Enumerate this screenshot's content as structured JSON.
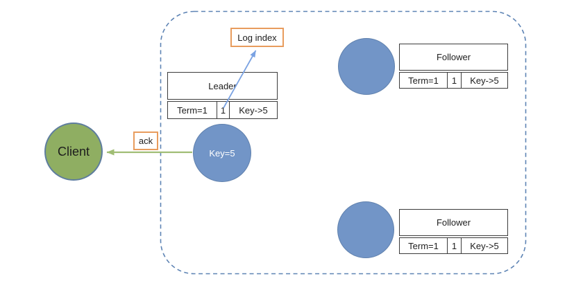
{
  "diagram": {
    "title": "raft-replication-ack",
    "client": {
      "label": "Client"
    },
    "ack_label": "ack",
    "log_index_label": "Log index",
    "leader": {
      "title": "Leader",
      "node_label": "Key=5",
      "cells": [
        "Term=1",
        "1",
        "Key->5"
      ]
    },
    "followers": [
      {
        "title": "Follower",
        "cells": [
          "Term=1",
          "1",
          "Key->5"
        ]
      },
      {
        "title": "Follower",
        "cells": [
          "Term=1",
          "1",
          "Key->5"
        ]
      }
    ],
    "colors": {
      "node_blue_fill": "#7295c7",
      "node_blue_border": "#6081ad",
      "client_green_fill": "#8fae62",
      "client_green_border": "#5e7d9e",
      "accent_orange": "#e89c5d",
      "boundary_dash_blue": "#5d83b4",
      "arrow_green": "#a0bd74",
      "arrow_blue": "#7aa2e2",
      "table_border": "#3a3a3a",
      "background": "#ffffff"
    }
  }
}
